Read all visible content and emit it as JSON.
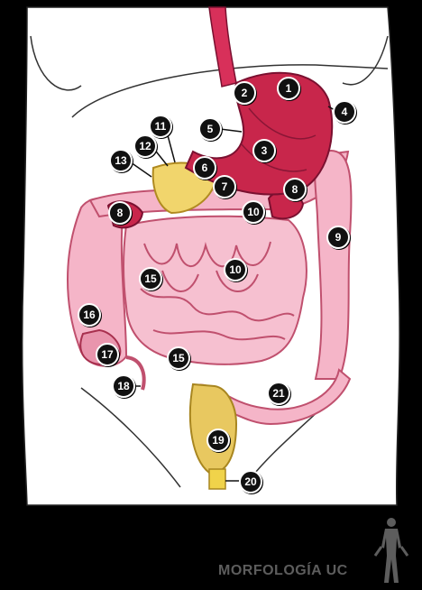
{
  "diagram": {
    "labels": [
      "1",
      "2",
      "3",
      "4",
      "5",
      "6",
      "7",
      "8",
      "8",
      "9",
      "10",
      "10",
      "11",
      "12",
      "13",
      "15",
      "15",
      "16",
      "17",
      "18",
      "19",
      "20",
      "21"
    ]
  },
  "branding": {
    "text": "MORFOLOGÍA UC",
    "color": "#5d5d5d"
  },
  "colors": {
    "background": "#000000",
    "body": "#ffffff",
    "stomach": "#c8264b",
    "intestine": "#f5b5c8",
    "intestine_dark": "#c0506e",
    "rectum": "#e8c860",
    "esophagus": "#d8305a"
  }
}
